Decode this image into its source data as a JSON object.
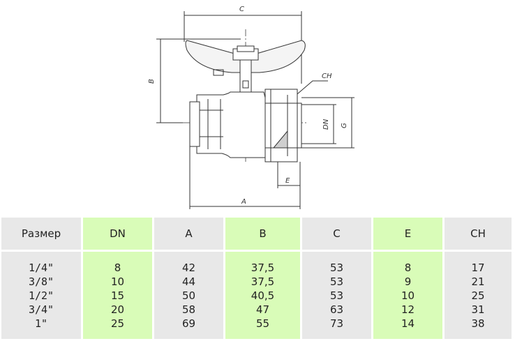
{
  "drawing": {
    "labels": {
      "c": "C",
      "b": "B",
      "ch": "CH",
      "dn": "DN",
      "g": "G",
      "e": "E",
      "a": "A"
    }
  },
  "table": {
    "headers": [
      "Размер",
      "DN",
      "A",
      "B",
      "C",
      "E",
      "CH"
    ],
    "columns": [
      [
        "1/4\"",
        "3/8\"",
        "1/2\"",
        "3/4\"",
        "1\""
      ],
      [
        "8",
        "10",
        "15",
        "20",
        "25"
      ],
      [
        "42",
        "44",
        "50",
        "58",
        "69"
      ],
      [
        "37,5",
        "37,5",
        "40,5",
        "47",
        "55"
      ],
      [
        "53",
        "53",
        "53",
        "63",
        "73"
      ],
      [
        "8",
        "9",
        "10",
        "12",
        "14"
      ],
      [
        "17",
        "21",
        "25",
        "31",
        "38"
      ]
    ],
    "colors": {
      "grey": "#e8e8e8",
      "green": "#d9fcb8"
    }
  }
}
